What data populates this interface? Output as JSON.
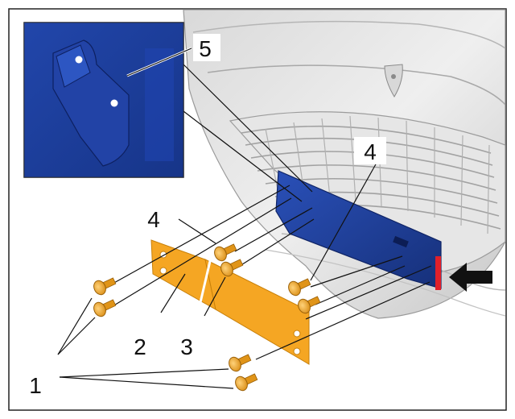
{
  "callouts": {
    "one": "1",
    "two": "2",
    "three": "3",
    "four_left": "4",
    "four_right": "4",
    "five": "5"
  },
  "colors": {
    "bracket_blue": "#1f3f9c",
    "plate_orange": "#f5a623",
    "fastener_orange": "#f0a020",
    "marker_red": "#e0202a",
    "arrow_black": "#111111",
    "frame": "#222222"
  },
  "icons": {
    "direction_arrow": "left-arrow-icon"
  }
}
